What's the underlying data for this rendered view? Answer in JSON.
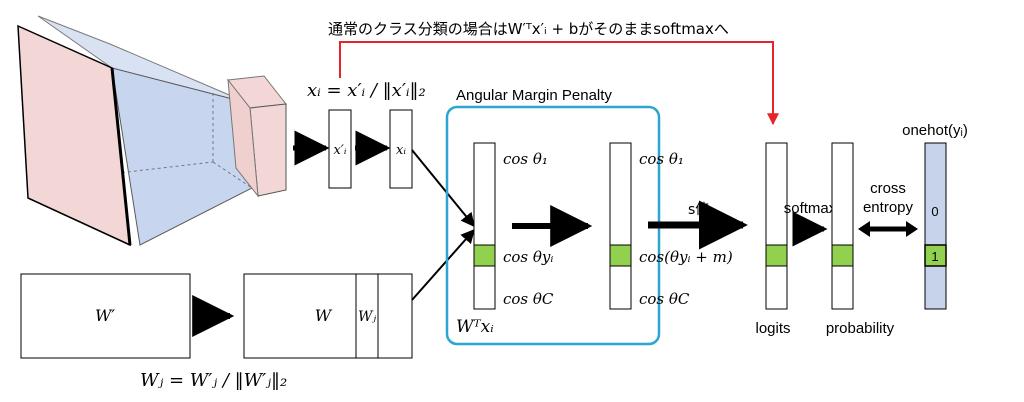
{
  "top_note": "通常のクラス分類の場合はW′ᵀx′ᵢ + bがそのままsoftmaxへ",
  "amp_title": "Angular Margin Penalty",
  "normalize_x": "xᵢ = x′ᵢ / ‖x′ᵢ‖₂",
  "normalize_w": "Wⱼ = W′ⱼ / ‖W′ⱼ‖₂",
  "vec_xprime": "x′ᵢ",
  "vec_x": "xᵢ",
  "mat_wprime": "W′",
  "mat_w": "W",
  "mat_wj": "Wⱼ",
  "col1": {
    "top": "cos θ₁",
    "mid": "cos θyᵢ",
    "bot": "cos θC",
    "caption": "Wᵀxᵢ"
  },
  "col2": {
    "top": "cos θ₁",
    "mid": "cos(θyᵢ + m)",
    "bot": "cos θC"
  },
  "s_label": "s倍",
  "softmax_label": "softmax",
  "ce_label_1": "cross",
  "ce_label_2": "entropy",
  "logits_label": "logits",
  "prob_label": "probability",
  "onehot_label": "onehot(yᵢ)",
  "onehot_zero": "0",
  "onehot_one": "1",
  "colors": {
    "pink": "#f3d7d7",
    "blue": "#c8d5ef",
    "green": "#92d050",
    "amp_border": "#2aa6cf",
    "red_arrow": "#e8242b",
    "onehot_fill": "#c6d3ea"
  }
}
